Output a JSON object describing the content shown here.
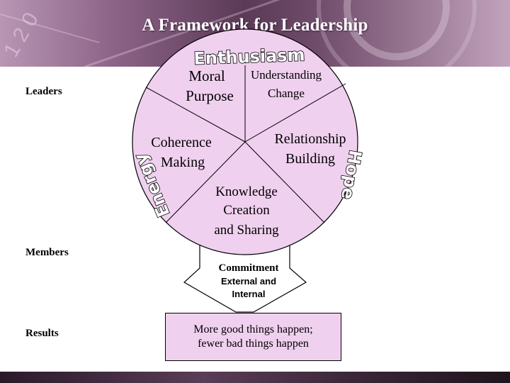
{
  "slide": {
    "title": "A Framework for Leadership",
    "colors": {
      "circle_fill": "#f0d0ef",
      "banner": "#6f4c6a"
    }
  },
  "rows": {
    "leaders": "Leaders",
    "members": "Members",
    "results": "Results"
  },
  "circle": {
    "top_word": "Enthusiasm",
    "left_word": "Energy",
    "right_word": "Hope",
    "segments": {
      "moral_purpose": [
        "Moral",
        "Purpose"
      ],
      "understanding_change": [
        "Understanding",
        "Change"
      ],
      "coherence_making": [
        "Coherence",
        "Making"
      ],
      "relationship_building": [
        "Relationship",
        "Building"
      ],
      "knowledge": [
        "Knowledge",
        "Creation",
        "and Sharing"
      ]
    }
  },
  "commitment": {
    "title": "Commitment",
    "lines": [
      "External and",
      "Internal"
    ]
  },
  "results_box": {
    "lines": [
      "More good things happen;",
      "fewer bad things happen"
    ]
  }
}
